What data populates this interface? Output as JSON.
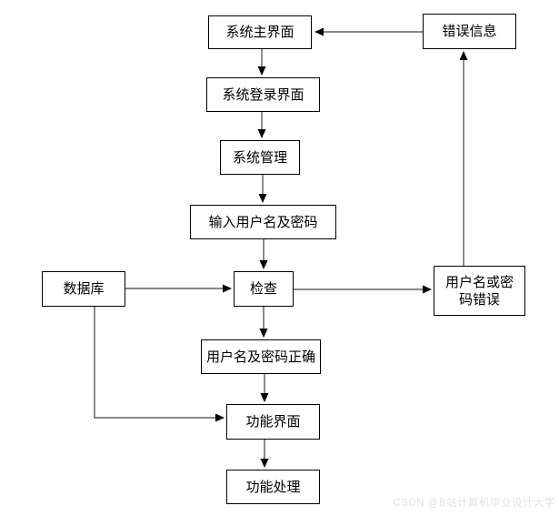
{
  "diagram": {
    "title": "system-login-flowchart",
    "nodes": {
      "main": {
        "label": "系统主界面"
      },
      "errinfo": {
        "label": "错误信息"
      },
      "login": {
        "label": "系统登录界面"
      },
      "mgmt": {
        "label": "系统管理"
      },
      "input": {
        "label": "输入用户名及密码"
      },
      "db": {
        "label": "数据库"
      },
      "check": {
        "label": "检查"
      },
      "errbox": {
        "label": "用户名或密\n码错误"
      },
      "correct": {
        "label": "用户名及密码正确"
      },
      "func": {
        "label": "功能界面"
      },
      "proc": {
        "label": "功能处理"
      }
    },
    "colors": {
      "background": "#ffffff",
      "box_border": "#000000",
      "text": "#000000",
      "line": "#404040",
      "arrowhead": "#000000",
      "watermark": "#e2e2e2"
    }
  },
  "watermark": {
    "text": "CSDN @B站计算机毕业设计大学"
  }
}
